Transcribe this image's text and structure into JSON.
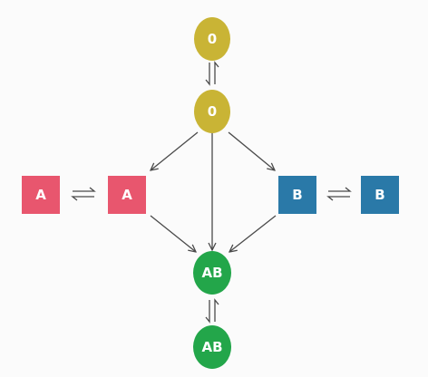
{
  "colors": {
    "o_state": "#c9b435",
    "a_state": "#e8566e",
    "b_state": "#2a79a8",
    "ab_state": "#23a64a",
    "edge": "#4a4a4a"
  },
  "nodes": {
    "o_top": {
      "label": "0"
    },
    "o_mid": {
      "label": "0"
    },
    "a_left": {
      "label": "A"
    },
    "a_right": {
      "label": "A"
    },
    "b_left": {
      "label": "B"
    },
    "b_right": {
      "label": "B"
    },
    "ab_mid": {
      "label": "AB"
    },
    "ab_bottom": {
      "label": "AB"
    }
  }
}
